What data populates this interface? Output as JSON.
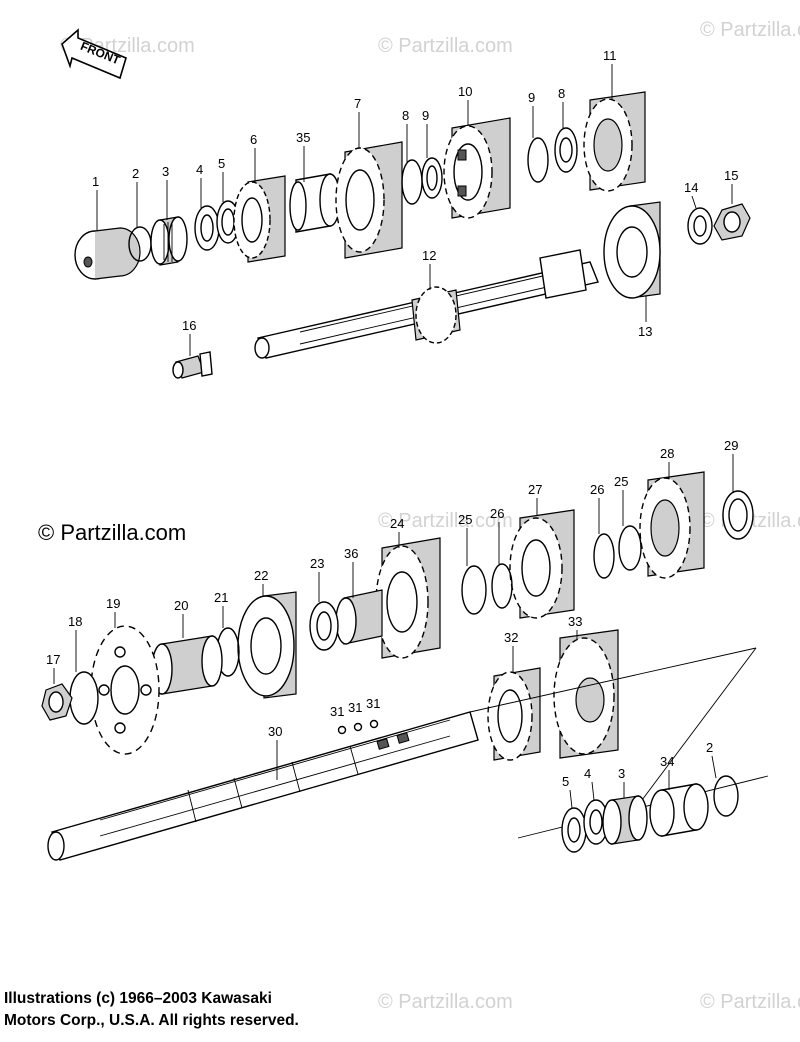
{
  "front_label": "FRONT",
  "watermark": "© Partzilla.com",
  "copyright_main": "© Partzilla.com",
  "caption": {
    "line1": "Illustrations (c) 1966–2003 Kawasaki",
    "line2": "Motors Corp., U.S.A.  All rights reserved."
  },
  "callouts": {
    "c1": "1",
    "c2": "2",
    "c3": "3",
    "c4": "4",
    "c5": "5",
    "c6": "6",
    "c35": "35",
    "c7": "7",
    "c8a": "8",
    "c9a": "9",
    "c10": "10",
    "c9b": "9",
    "c8b": "8",
    "c11": "11",
    "c14": "14",
    "c15": "15",
    "c12": "12",
    "c13": "13",
    "c16": "16",
    "c29": "29",
    "c28": "28",
    "c26a": "26",
    "c25a": "25",
    "c27": "27",
    "c26b": "26",
    "c25b": "25",
    "c24": "24",
    "c36": "36",
    "c23": "23",
    "c22": "22",
    "c21": "21",
    "c20": "20",
    "c19": "19",
    "c18": "18",
    "c17": "17",
    "c31a": "31",
    "c31b": "31",
    "c31c": "31",
    "c30": "30",
    "c32": "32",
    "c33": "33",
    "c34": "34",
    "c2b": "2",
    "c5b": "5",
    "c4b": "4",
    "c3b": "3"
  }
}
